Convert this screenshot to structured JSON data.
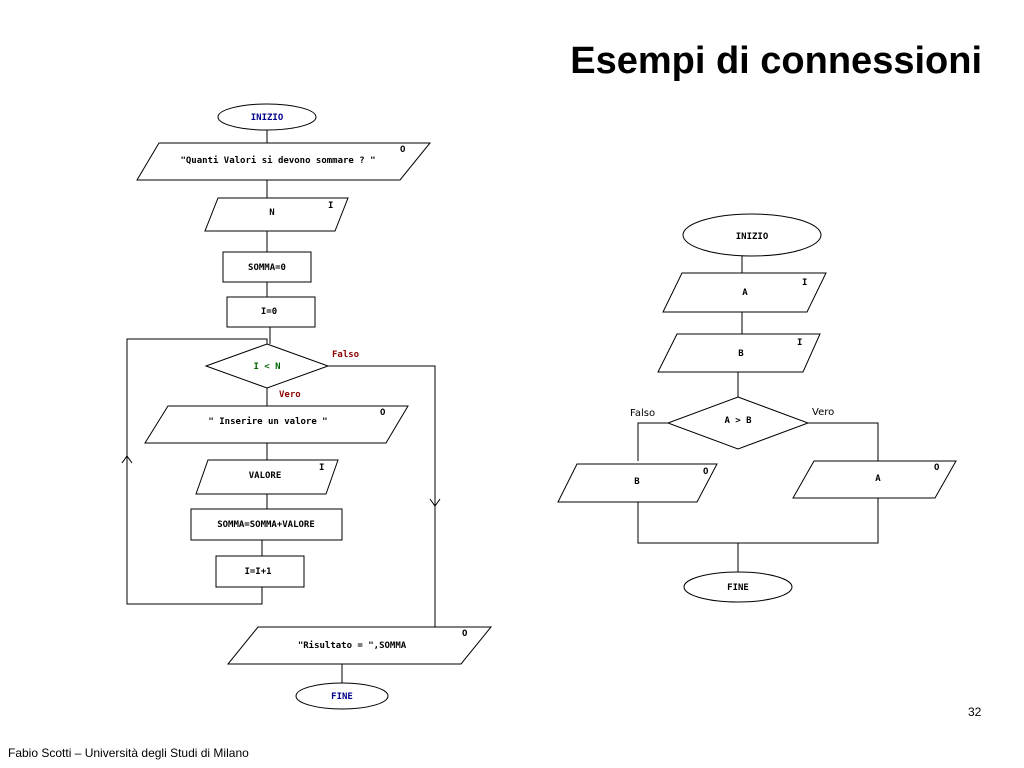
{
  "title": "Esempi di connessioni",
  "slide_number": "32",
  "footer": "Fabio Scotti – Università degli Studi di Milano",
  "colors": {
    "start_text": "#00008b",
    "false_label": "#8b0000",
    "true_label": "#8b0000",
    "condition_text": "#006400"
  },
  "left_flow": {
    "start": "INIZIO",
    "prompt": "\"Quanti Valori si devono sommare ? \"",
    "prompt_tag": "O",
    "input_n": "N",
    "input_n_tag": "I",
    "init_somma": "SOMMA=0",
    "init_i": "I=0",
    "condition": "I < N",
    "false_label": "Falso",
    "true_label": "Vero",
    "prompt2": "\" Inserire un valore \"",
    "prompt2_tag": "O",
    "input_valore": "VALORE",
    "input_valore_tag": "I",
    "accumulate": "SOMMA=SOMMA+VALORE",
    "increment": "I=I+1",
    "output": "\"Risultato = \",SOMMA",
    "output_tag": "O",
    "end": "FINE"
  },
  "right_flow": {
    "start": "INIZIO",
    "input_a": "A",
    "input_a_tag": "I",
    "input_b": "B",
    "input_b_tag": "I",
    "condition": "A > B",
    "false_label": "Falso",
    "true_label": "Vero",
    "output_b": "B",
    "output_b_tag": "O",
    "output_a": "A",
    "output_a_tag": "O",
    "end": "FINE"
  }
}
